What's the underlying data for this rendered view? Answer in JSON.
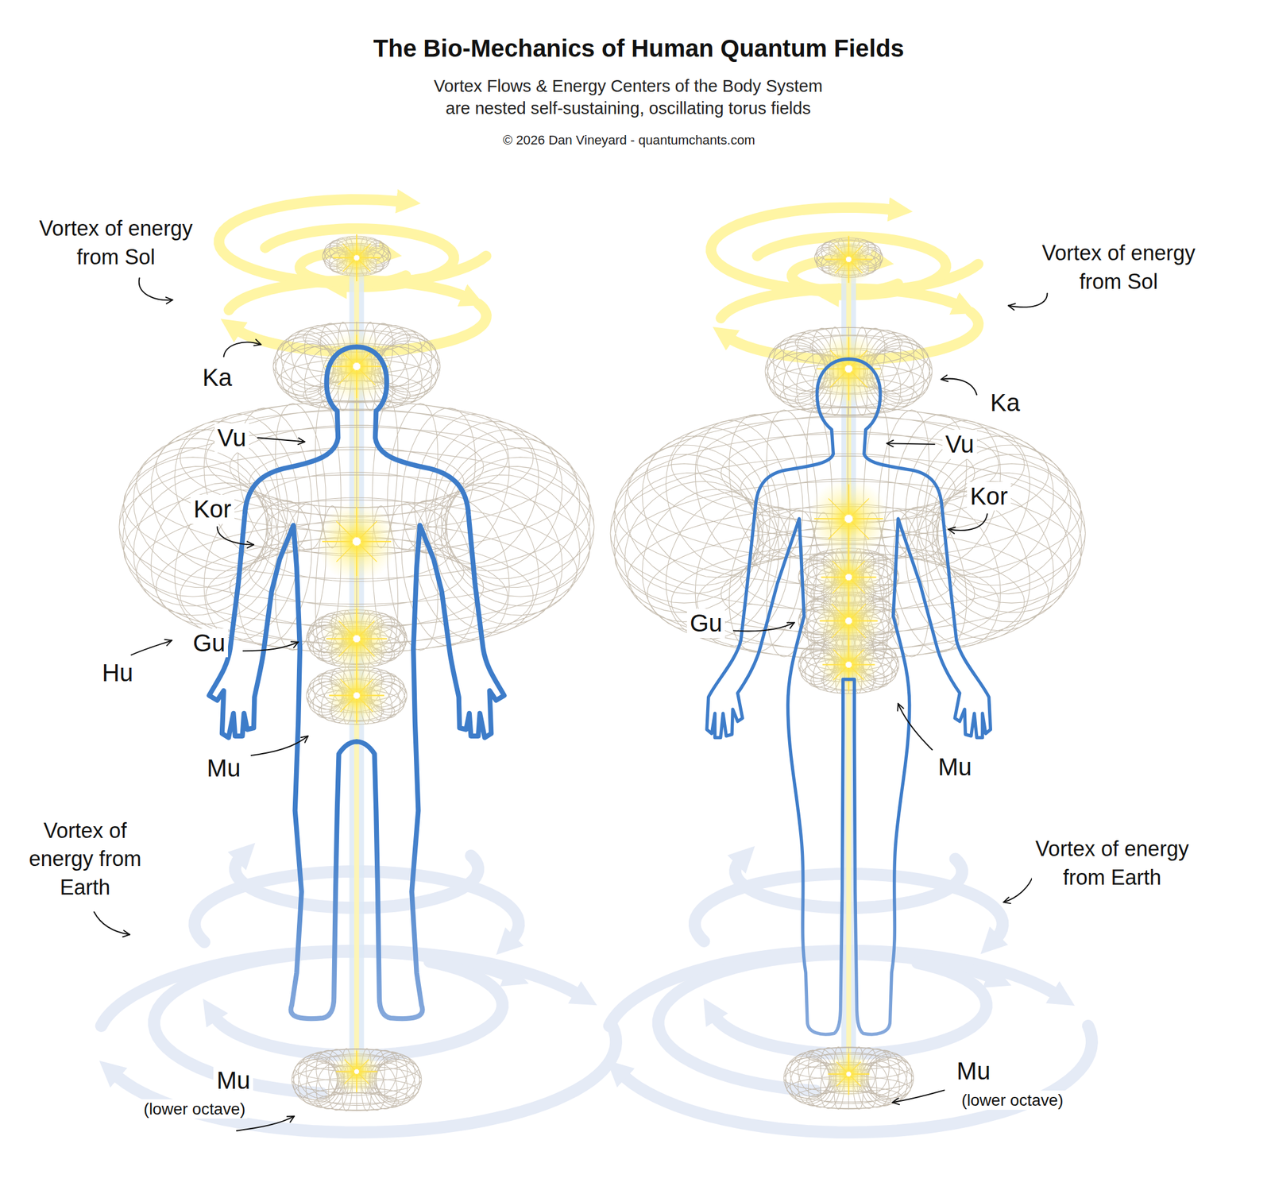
{
  "diagram": {
    "title": "The Bio-Mechanics of Human Quantum Fields",
    "caption": "Vortex Flows & Energy Centers of the Body System are nested self-sustaining, oscillating torus fields",
    "labels": [
      "© 2026 Dan Vineyard - quantumchants.com",
      "Vortex of energy from Sol",
      "Vortex of energy from Sol",
      "Ka",
      "Ka",
      "Vu",
      "Vu",
      "Kor",
      "Kor",
      "Gu",
      "Gu",
      "Hu",
      "Mu",
      "Mu",
      "Vortex of energy from Earth",
      "Vortex of energy from Earth",
      "Mu",
      "Mu",
      "(lower octave)",
      "(lower octave)"
    ]
  }
}
